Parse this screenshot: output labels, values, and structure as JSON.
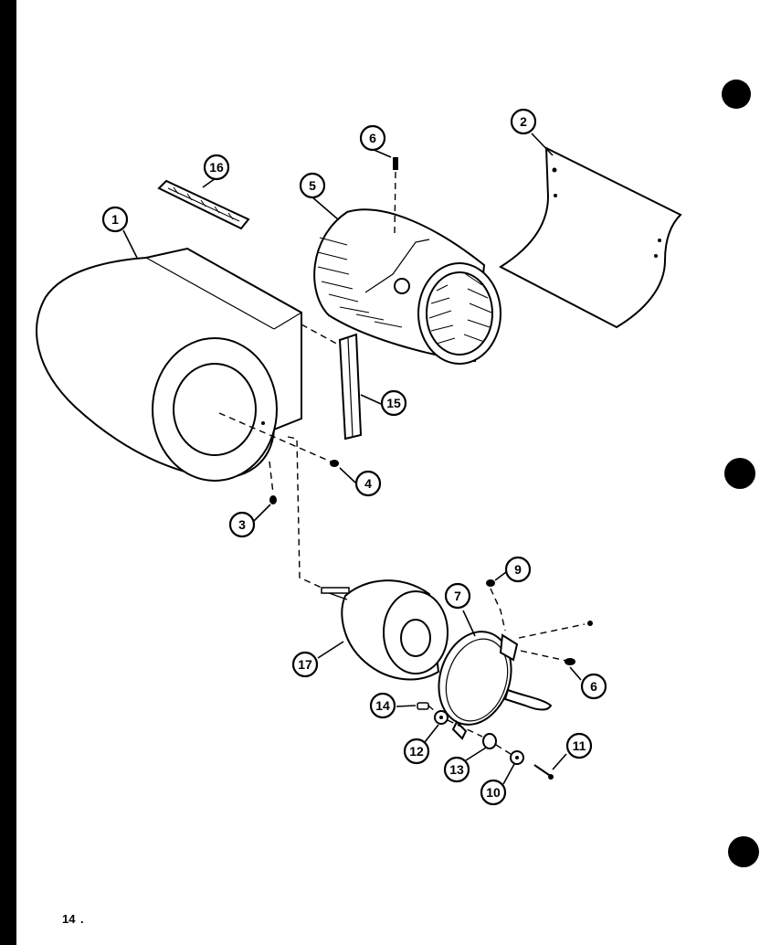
{
  "page_number": "14",
  "callouts": [
    {
      "id": "c1",
      "label": "1"
    },
    {
      "id": "c2",
      "label": "2"
    },
    {
      "id": "c3",
      "label": "3"
    },
    {
      "id": "c4",
      "label": "4"
    },
    {
      "id": "c5",
      "label": "5"
    },
    {
      "id": "c6a",
      "label": "6"
    },
    {
      "id": "c6b",
      "label": "6"
    },
    {
      "id": "c7",
      "label": "7"
    },
    {
      "id": "c9",
      "label": "9"
    },
    {
      "id": "c10",
      "label": "10"
    },
    {
      "id": "c11",
      "label": "11"
    },
    {
      "id": "c12",
      "label": "12"
    },
    {
      "id": "c13",
      "label": "13"
    },
    {
      "id": "c14",
      "label": "14"
    },
    {
      "id": "c15",
      "label": "15"
    },
    {
      "id": "c16",
      "label": "16"
    },
    {
      "id": "c17",
      "label": "17"
    }
  ]
}
